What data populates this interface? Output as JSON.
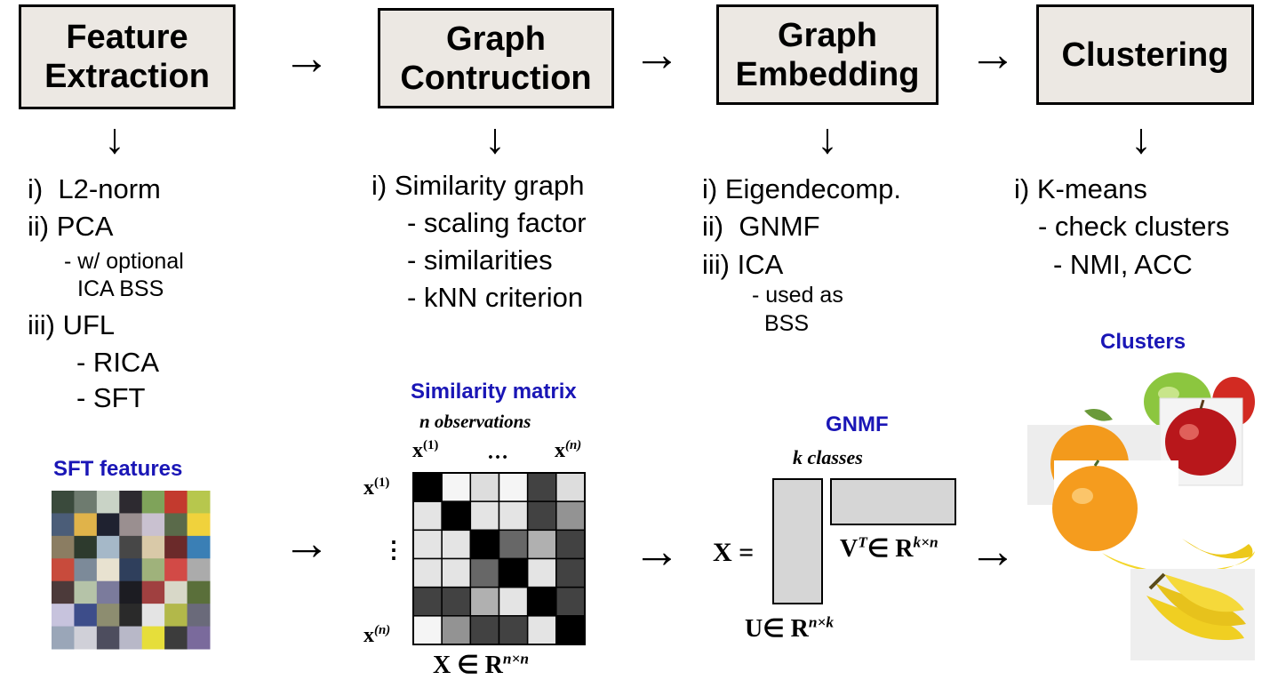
{
  "stages": [
    {
      "title": "Feature\nExtraction"
    },
    {
      "title": "Graph\nContruction"
    },
    {
      "title": "Graph\nEmbedding"
    },
    {
      "title": "Clustering"
    }
  ],
  "arrows": {
    "right": "→",
    "down": "↓"
  },
  "feature_extraction": {
    "items": [
      "i)  L2-norm",
      "ii) PCA",
      "- w/ optional",
      "ICA BSS",
      "iii) UFL",
      "- RICA",
      "- SFT"
    ]
  },
  "graph_construction": {
    "items": [
      "i) Similarity graph",
      "- scaling factor",
      "- similarities",
      "- kNN criterion"
    ]
  },
  "graph_embedding": {
    "items": [
      "i) Eigendecomp.",
      "ii)  GNMF",
      "iii) ICA",
      "- used as",
      "BSS"
    ]
  },
  "clustering": {
    "items": [
      "i) K-means",
      "- check clusters",
      "- NMI, ACC"
    ]
  },
  "sft_panel": {
    "title": "SFT features",
    "tile_colors": [
      "#3a4a3c",
      "#6e7b6f",
      "#c9d3c6",
      "#2d2a30",
      "#7fa35a",
      "#c33a2e",
      "#b7c74d",
      "#4b5d78",
      "#e0b34a",
      "#1f2230",
      "#9a8f90",
      "#c9c1d0",
      "#5a6a4a",
      "#f0d23c",
      "#8b7d62",
      "#2d3a2d",
      "#a5b8c8",
      "#474747",
      "#d9c9a8",
      "#6b2a2a",
      "#3a7fb5",
      "#c84b3c",
      "#7c8a99",
      "#e8e2d0",
      "#2f3f5c",
      "#9fb27b",
      "#d24a46",
      "#ababab",
      "#4c3a3a",
      "#b5c3a8",
      "#7b7b9c",
      "#1c1c22",
      "#a04040",
      "#d8d8c8",
      "#5a6f3a",
      "#c7c3dd",
      "#3d4d8a",
      "#8d8d70",
      "#2a2a2a",
      "#e4e4e4",
      "#b2b84a",
      "#6a6a7a",
      "#9aa6b8",
      "#d0d0d8",
      "#4d4d5e",
      "#b8b8c8",
      "#e6de3a",
      "#3c3c3c",
      "#7a6a9c"
    ]
  },
  "similarity_panel": {
    "title": "Similarity matrix",
    "observations_label": "n observations",
    "col_first": "x",
    "col_first_sup": "(1)",
    "col_dots": "…",
    "col_last": "x",
    "col_last_sup": "(n)",
    "row_first": "x",
    "row_first_sup": "(1)",
    "row_dots": "⋮",
    "row_last": "x",
    "row_last_sup": "(n)",
    "formula": "X ∈ R",
    "formula_sup": "n×n",
    "matrix": [
      [
        0.0,
        1.0,
        0.9,
        1.0,
        0.27,
        0.9
      ],
      [
        0.93,
        0.0,
        0.93,
        0.93,
        0.27,
        0.6
      ],
      [
        0.93,
        0.93,
        0.0,
        0.42,
        0.72,
        0.27
      ],
      [
        0.93,
        0.93,
        0.42,
        0.0,
        0.93,
        0.27
      ],
      [
        0.27,
        0.27,
        0.72,
        0.93,
        0.0,
        0.27
      ],
      [
        1.0,
        0.6,
        0.27,
        0.27,
        0.93,
        0.0
      ]
    ]
  },
  "gnmf_panel": {
    "title": "GNMF",
    "classes_label": "k classes",
    "lhs": "X =",
    "u_label": "U∈ R",
    "u_sup": "n×k",
    "v_label": "V",
    "v_sup_t": "T",
    "v_rest": "∈ R",
    "v_sup": "k×n"
  },
  "clusters_panel": {
    "title": "Clusters"
  }
}
